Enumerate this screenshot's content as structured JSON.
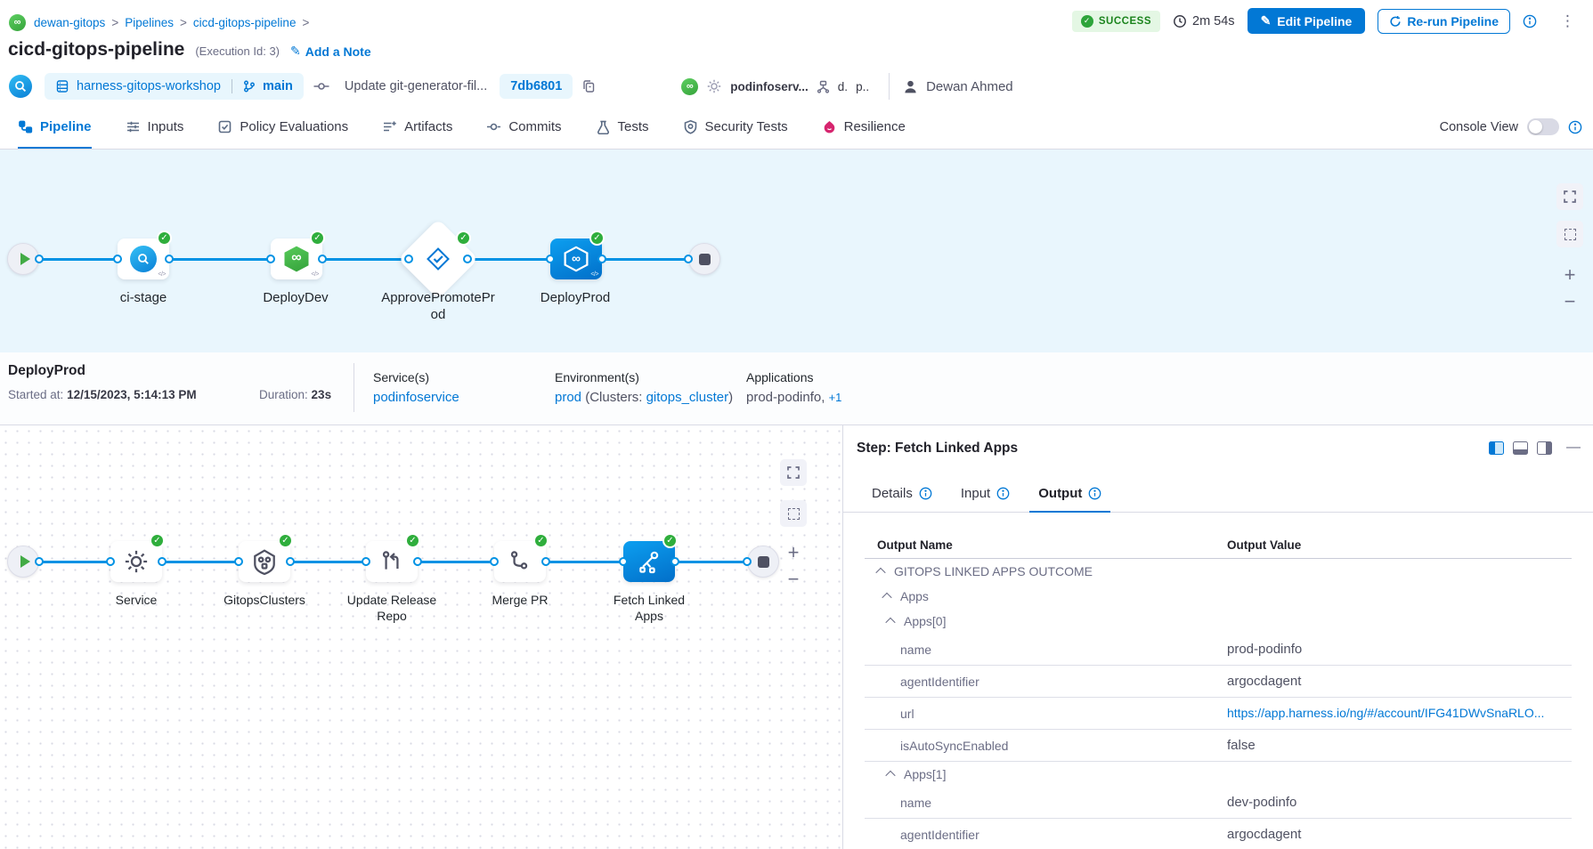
{
  "breadcrumb": {
    "items": [
      "dewan-gitops",
      "Pipelines",
      "cicd-gitops-pipeline"
    ],
    "separator": ">"
  },
  "status_bar": {
    "status": "SUCCESS",
    "duration": "2m 54s",
    "edit_button": "Edit Pipeline",
    "rerun_button": "Re-run Pipeline"
  },
  "title_row": {
    "title": "cicd-gitops-pipeline",
    "execution_id": "(Execution Id: 3)",
    "add_note": "Add a Note"
  },
  "build_row": {
    "repo": "harness-gitops-workshop",
    "branch": "main",
    "commit_message": "Update git-generator-fil...",
    "commit_sha": "7db6801",
    "service": "podinfoserv...",
    "env_short_1": "d.",
    "env_short_2": "p..",
    "user": "Dewan Ahmed"
  },
  "tabs": {
    "items": [
      {
        "label": "Pipeline",
        "active": true
      },
      {
        "label": "Inputs"
      },
      {
        "label": "Policy Evaluations"
      },
      {
        "label": "Artifacts"
      },
      {
        "label": "Commits"
      },
      {
        "label": "Tests"
      },
      {
        "label": "Security Tests"
      },
      {
        "label": "Resilience"
      }
    ],
    "console_view_label": "Console View"
  },
  "stage_graph": {
    "stages": [
      {
        "name": "ci-stage"
      },
      {
        "name": "DeployDev"
      },
      {
        "name": "ApprovePromoteProd"
      },
      {
        "name": "DeployProd",
        "selected": true
      }
    ]
  },
  "stage_details": {
    "name": "DeployProd",
    "started_label": "Started at:",
    "started_value": "12/15/2023, 5:14:13 PM",
    "duration_label": "Duration:",
    "duration_value": "23s",
    "services_label": "Service(s)",
    "service": "podinfoservice",
    "environments_label": "Environment(s)",
    "environment": "prod",
    "clusters_prefix": "(Clusters:",
    "cluster": "gitops_cluster",
    "clusters_suffix": ")",
    "applications_label": "Applications",
    "application": "prod-podinfo,",
    "more_count": "+1"
  },
  "step_graph": {
    "steps": [
      {
        "name": "Service"
      },
      {
        "name": "GitopsClusters"
      },
      {
        "name": "Update Release Repo"
      },
      {
        "name": "Merge PR"
      },
      {
        "name": "Fetch Linked Apps",
        "selected": true
      }
    ]
  },
  "step_panel": {
    "title": "Step: Fetch Linked Apps",
    "tabs": [
      {
        "label": "Details"
      },
      {
        "label": "Input"
      },
      {
        "label": "Output",
        "active": true
      }
    ],
    "table": {
      "col_name": "Output Name",
      "col_value": "Output Value",
      "rows": [
        {
          "type": "group",
          "level": 0,
          "name": "GITOPS LINKED APPS OUTCOME"
        },
        {
          "type": "group",
          "level": 1,
          "name": "Apps"
        },
        {
          "type": "group",
          "level": 2,
          "name": "Apps[0]"
        },
        {
          "type": "kv",
          "name": "name",
          "value": "prod-podinfo"
        },
        {
          "type": "kv",
          "name": "agentIdentifier",
          "value": "argocdagent"
        },
        {
          "type": "kv",
          "name": "url",
          "value": "https://app.harness.io/ng/#/account/IFG41DWvSnaRLO...",
          "link": true
        },
        {
          "type": "kv",
          "name": "isAutoSyncEnabled",
          "value": "false"
        },
        {
          "type": "group",
          "level": 2,
          "name": "Apps[1]"
        },
        {
          "type": "kv",
          "name": "name",
          "value": "dev-podinfo"
        },
        {
          "type": "kv",
          "name": "agentIdentifier",
          "value": "argocdagent"
        }
      ]
    }
  },
  "glyphs": {
    "code_badge": "</>",
    "kebab_menu": "⋮",
    "pencil": "✎",
    "infinity": "∞",
    "plus": "+",
    "minus": "−",
    "check": "✓",
    "minimize": "—"
  },
  "colors": {
    "accent_blue": "#0278d5",
    "edge_blue": "#0092e4",
    "success_green": "#42ab45",
    "badge_bg": "#e4f7e4",
    "badge_text": "#1b841d",
    "canvas_bg": "#e9f6fd",
    "panel_border": "#d9dae5",
    "resilience_pink": "#d6246e"
  }
}
